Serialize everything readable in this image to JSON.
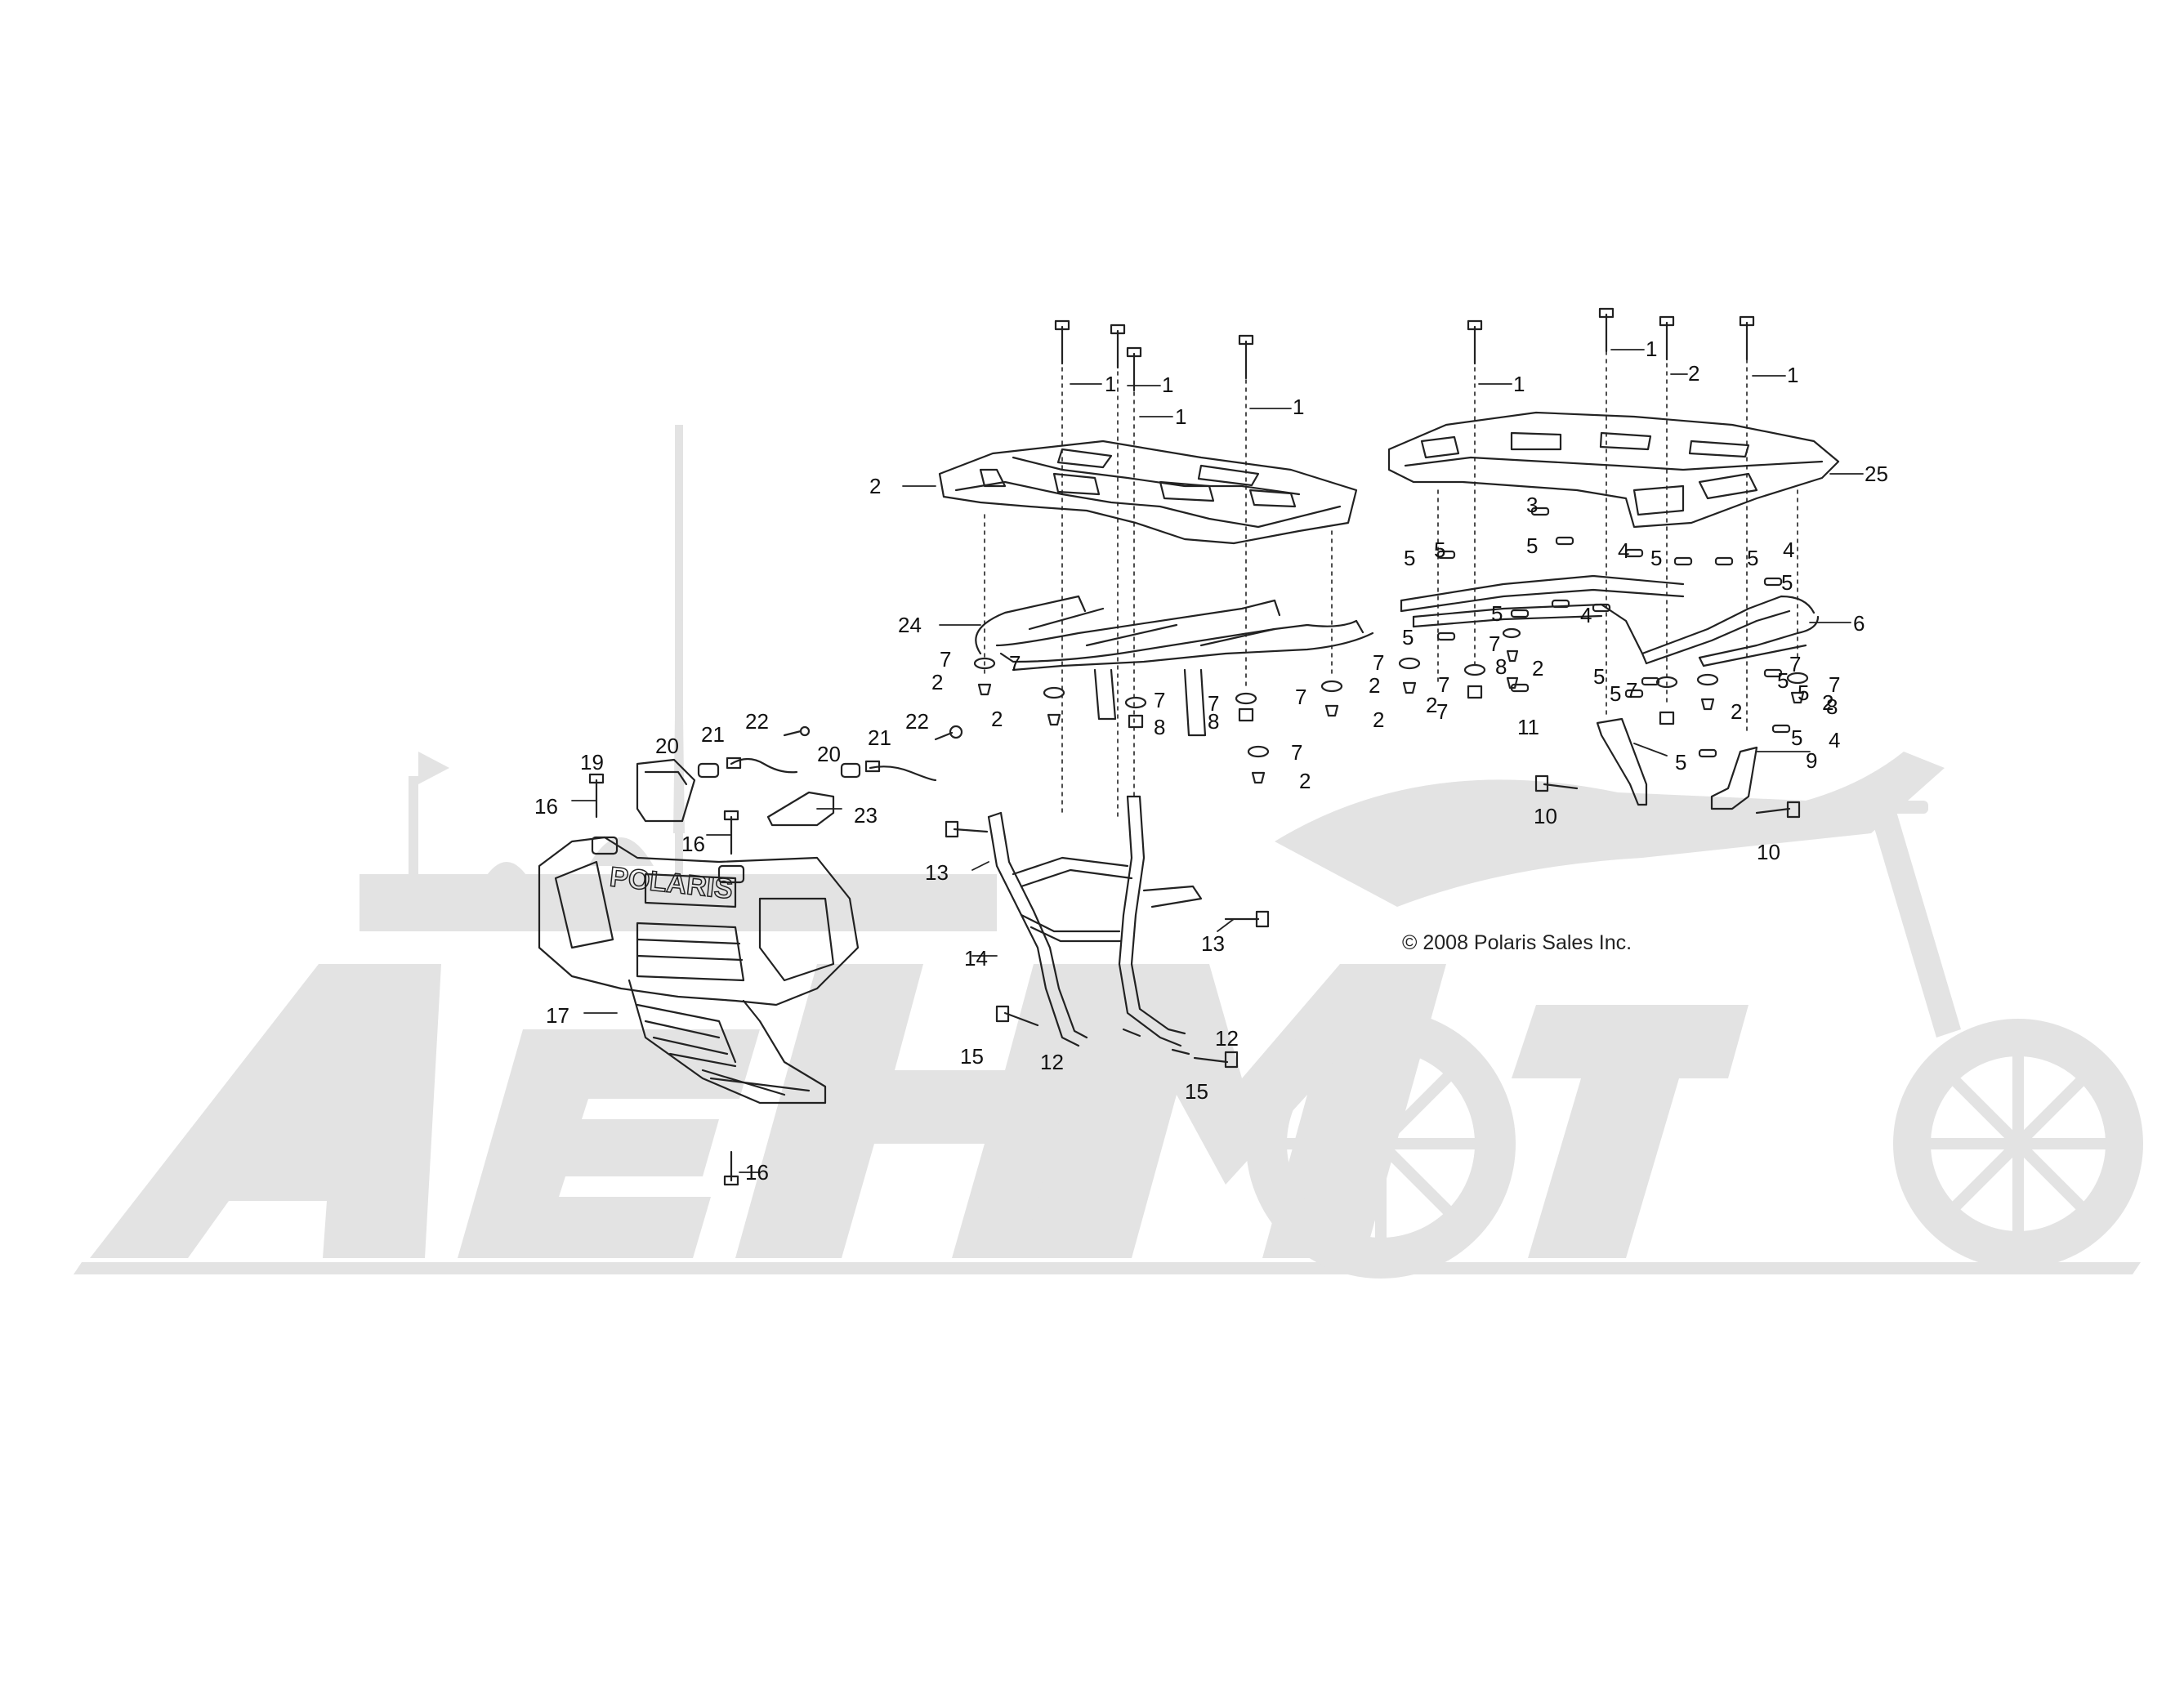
{
  "watermark": {
    "text": "АЕНМОТО",
    "color": "#e3e3e3"
  },
  "copyright": "© 2008 Polaris Sales Inc.",
  "brand_on_bumper": "POLARIS",
  "colors": {
    "line": "#222222",
    "watermark": "#e3e3e3",
    "background": "#ffffff"
  },
  "callouts": [
    {
      "text": "1"
    },
    {
      "text": "1"
    },
    {
      "text": "1"
    },
    {
      "text": "1"
    },
    {
      "text": "1"
    },
    {
      "text": "1"
    },
    {
      "text": "2"
    },
    {
      "text": "1"
    },
    {
      "text": "2"
    },
    {
      "text": "25"
    },
    {
      "text": "3"
    },
    {
      "text": "5"
    },
    {
      "text": "5"
    },
    {
      "text": "4"
    },
    {
      "text": "5"
    },
    {
      "text": "5"
    },
    {
      "text": "5"
    },
    {
      "text": "4"
    },
    {
      "text": "5"
    },
    {
      "text": "4"
    },
    {
      "text": "5"
    },
    {
      "text": "5"
    },
    {
      "text": "6"
    },
    {
      "text": "24"
    },
    {
      "text": "7"
    },
    {
      "text": "2"
    },
    {
      "text": "7"
    },
    {
      "text": "2"
    },
    {
      "text": "7"
    },
    {
      "text": "8"
    },
    {
      "text": "7"
    },
    {
      "text": "8"
    },
    {
      "text": "7"
    },
    {
      "text": "2"
    },
    {
      "text": "7"
    },
    {
      "text": "2"
    },
    {
      "text": "7"
    },
    {
      "text": "2"
    },
    {
      "text": "7"
    },
    {
      "text": "2"
    },
    {
      "text": "7"
    },
    {
      "text": "2"
    },
    {
      "text": "5"
    },
    {
      "text": "7"
    },
    {
      "text": "8"
    },
    {
      "text": "5"
    },
    {
      "text": "7"
    },
    {
      "text": "2"
    },
    {
      "text": "5"
    },
    {
      "text": "7"
    },
    {
      "text": "2"
    },
    {
      "text": "5"
    },
    {
      "text": "7"
    },
    {
      "text": "8"
    },
    {
      "text": "5"
    },
    {
      "text": "4"
    },
    {
      "text": "11"
    },
    {
      "text": "9"
    },
    {
      "text": "5"
    },
    {
      "text": "10"
    },
    {
      "text": "10"
    },
    {
      "text": "22"
    },
    {
      "text": "21"
    },
    {
      "text": "20"
    },
    {
      "text": "19"
    },
    {
      "text": "20"
    },
    {
      "text": "22"
    },
    {
      "text": "21"
    },
    {
      "text": "16"
    },
    {
      "text": "16"
    },
    {
      "text": "23"
    },
    {
      "text": "13"
    },
    {
      "text": "13"
    },
    {
      "text": "14"
    },
    {
      "text": "15"
    },
    {
      "text": "12"
    },
    {
      "text": "12"
    },
    {
      "text": "15"
    },
    {
      "text": "17"
    },
    {
      "text": "16"
    }
  ]
}
